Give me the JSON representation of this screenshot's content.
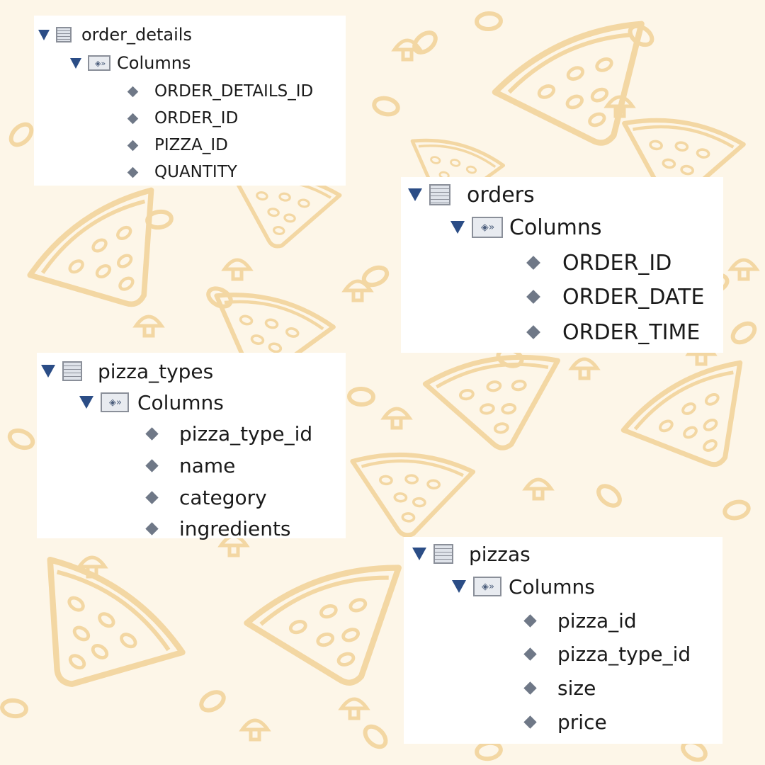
{
  "trees": [
    {
      "table_name": "order_details",
      "folder_label": "Columns",
      "columns": [
        "ORDER_DETAILS_ID",
        "ORDER_ID",
        "PIZZA_ID",
        "QUANTITY"
      ]
    },
    {
      "table_name": "orders",
      "folder_label": "Columns",
      "columns": [
        "ORDER_ID",
        "ORDER_DATE",
        "ORDER_TIME"
      ]
    },
    {
      "table_name": "pizza_types",
      "folder_label": "Columns",
      "columns": [
        "pizza_type_id",
        "name",
        "category",
        "ingredients"
      ]
    },
    {
      "table_name": "pizzas",
      "folder_label": "Columns",
      "columns": [
        "pizza_id",
        "pizza_type_id",
        "size",
        "price"
      ]
    }
  ],
  "colors": {
    "background": "#fdf6e8",
    "doodle": "#f3d7a3",
    "expander": "#2b4d86",
    "column_marker": "#6f7887",
    "text": "#1a1a1a"
  },
  "icons": {
    "expander": "expand-triangle-icon",
    "table": "table-icon",
    "folder": "columns-folder-icon",
    "column": "column-diamond-icon",
    "background": "pizza-doodle-pattern"
  }
}
